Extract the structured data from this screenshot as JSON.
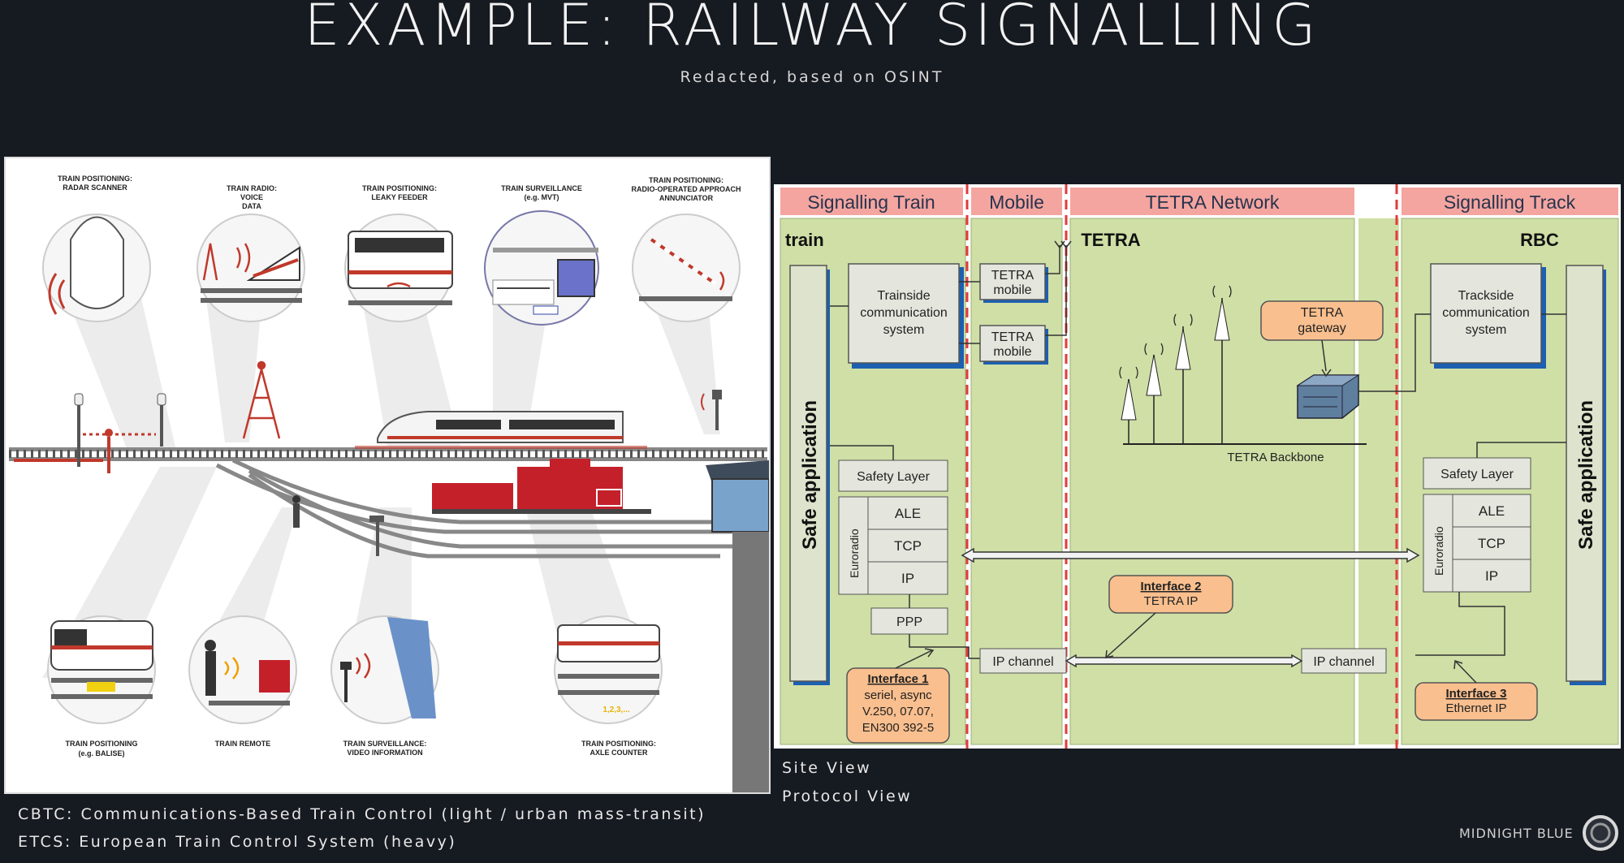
{
  "slide": {
    "title": "EXAMPLE: RAILWAY SIGNALLING",
    "subtitle": "Redacted, based on OSINT",
    "caption_site": "Site View",
    "caption_protocol": "Protocol View",
    "def_cbtc": "CBTC: Communications-Based Train Control (light / urban mass-transit)",
    "def_etcs": "ETCS: European Train Control System (heavy)",
    "brand": "MIDNIGHT BLUE"
  },
  "site_view": {
    "top_labels": [
      [
        "TRAIN POSITIONING:",
        "RADAR SCANNER"
      ],
      [
        "TRAIN RADIO:",
        "VOICE",
        "DATA"
      ],
      [
        "TRAIN POSITIONING:",
        "LEAKY FEEDER"
      ],
      [
        "TRAIN SURVEILLANCE",
        "(e.g. MVT)"
      ],
      [
        "TRAIN POSITIONING:",
        "RADIO-OPERATED APPROACH",
        "ANNUNCIATOR"
      ]
    ],
    "bottom_labels": [
      [
        "TRAIN POSITIONING",
        "(e.g. BALISE)"
      ],
      [
        "TRAIN REMOTE"
      ],
      [
        "TRAIN SURVEILLANCE:",
        "VIDEO INFORMATION"
      ],
      [
        "TRAIN POSITIONING:",
        "AXLE COUNTER"
      ]
    ],
    "axle_count": "1,2,3,..."
  },
  "protocol_view": {
    "zones": {
      "signalling_train": "Signalling Train",
      "mobile": "Mobile",
      "tetra_network": "TETRA Network",
      "signalling_track": "Signalling Track"
    },
    "train": "train",
    "tetra": "TETRA",
    "rbc": "RBC",
    "safe_app": "Safe application",
    "trainside": [
      "Trainside",
      "communication",
      "system"
    ],
    "trackside": [
      "Trackside",
      "communication",
      "system"
    ],
    "tetra_mobile": [
      "TETRA",
      "mobile"
    ],
    "tetra_gateway": [
      "TETRA",
      "gateway"
    ],
    "tetra_backbone": "TETRA Backbone",
    "safety_layer": "Safety Layer",
    "euroradio": "Euroradio",
    "ale": "ALE",
    "tcp": "TCP",
    "ip": "IP",
    "ppp": "PPP",
    "ip_channel": "IP channel",
    "interface1": {
      "title": "Interface 1",
      "lines": [
        "seriel, async",
        "V.250, 07.07,",
        "EN300 392-5"
      ]
    },
    "interface2": {
      "title": "Interface 2",
      "lines": [
        "TETRA IP"
      ]
    },
    "interface3": {
      "title": "Interface 3",
      "lines": [
        "Ethernet IP"
      ]
    },
    "colors": {
      "zone_bg": "#cfdfa6",
      "header_bg": "#f4a5a0",
      "orange": "#f9bf8e",
      "divider": "#e23b3b"
    }
  }
}
